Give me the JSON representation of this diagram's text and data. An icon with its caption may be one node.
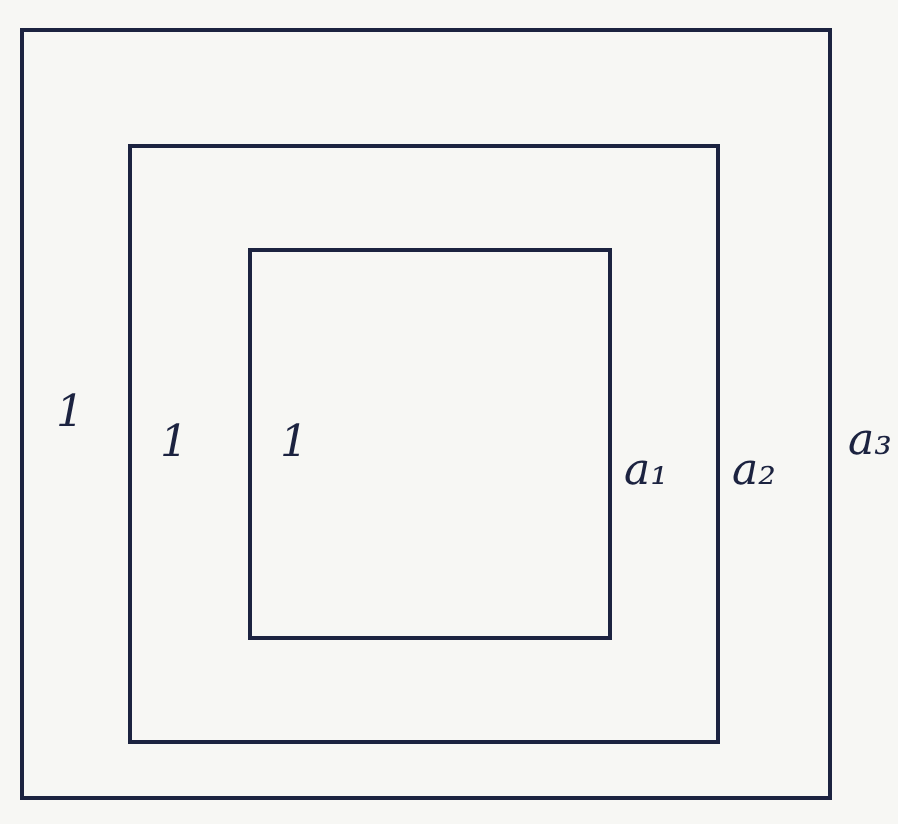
{
  "diagram": {
    "nodes": [
      {
        "text": [
          "1",
          "a₃"
        ]
      },
      {
        "text": [
          "1",
          "a₂"
        ],
        "in": 0
      },
      {
        "text": [
          "1",
          "a₁"
        ],
        "in": 1
      }
    ]
  }
}
